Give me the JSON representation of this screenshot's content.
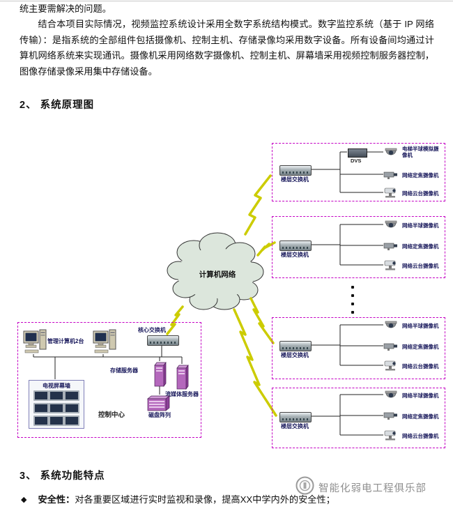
{
  "document": {
    "top_line": "统主要需解决的问题。",
    "paragraph": "结合本项目实际情况，视频监控系统设计采用全数字系统结构模式。数字监控系统（基于 IP 网络传输）：是指系统的全部组件包括摄像机、控制主机、存储录像均采用数字设备。所有设备间均通过计算机网络系统来实现通讯。摄像机采用网络数字摄像机、控制主机、屏幕墙采用视频控制服务器控制，图像存储录像采用集中存储设备。",
    "section2_heading": "2、 系统原理图",
    "section3_heading": "3、 系统功能特点",
    "bullet": {
      "marker": "◆",
      "term": "安全性：",
      "text": "对各重要区域进行实时监视和录像，提高XX中学内外的安全性；"
    }
  },
  "diagram": {
    "cloud_label": "计算机网络",
    "control_center": {
      "label": "控制中心",
      "computers_label": "管理计算机2台",
      "core_switch_label": "核心交换机",
      "storage_server_label": "存储服务器",
      "media_server_label": "流媒体服务器",
      "disk_array_label": "磁盘阵列",
      "tv_wall_label": "电视屏幕墙"
    },
    "groups": [
      {
        "switch_label": "楼层交换机",
        "dvs_label": "DVS",
        "devices": [
          {
            "type": "dome-camera",
            "label": "电梯半球模拟摄像机"
          },
          {
            "type": "box-camera",
            "label": "网络定焦摄像机"
          },
          {
            "type": "ptz-camera",
            "label": "网络云台摄像机"
          }
        ]
      },
      {
        "switch_label": "楼层交换机",
        "devices": [
          {
            "type": "dome-camera",
            "label": "网络半球摄像机"
          },
          {
            "type": "box-camera",
            "label": "网络定焦摄像机"
          },
          {
            "type": "ptz-camera",
            "label": "网络云台摄像机"
          }
        ]
      },
      {
        "switch_label": "楼层交换机",
        "devices": [
          {
            "type": "dome-camera",
            "label": "网络半球摄像机"
          },
          {
            "type": "box-camera",
            "label": "网络定焦摄像机"
          },
          {
            "type": "ptz-camera",
            "label": "网络云台摄像机"
          }
        ]
      },
      {
        "switch_label": "楼层交换机",
        "devices": [
          {
            "type": "dome-camera",
            "label": "网络半球摄像机"
          },
          {
            "type": "box-camera",
            "label": "网络定焦摄像机"
          },
          {
            "type": "ptz-camera",
            "label": "网络云台摄像机"
          }
        ]
      }
    ],
    "colors": {
      "group_border": "#c400c4",
      "lightning_bolt": "#cccc00",
      "server_purple": "#b468bc",
      "cloud_fill": "#dce6dc"
    }
  },
  "watermark": {
    "text": "智能化弱电工程俱乐部"
  }
}
